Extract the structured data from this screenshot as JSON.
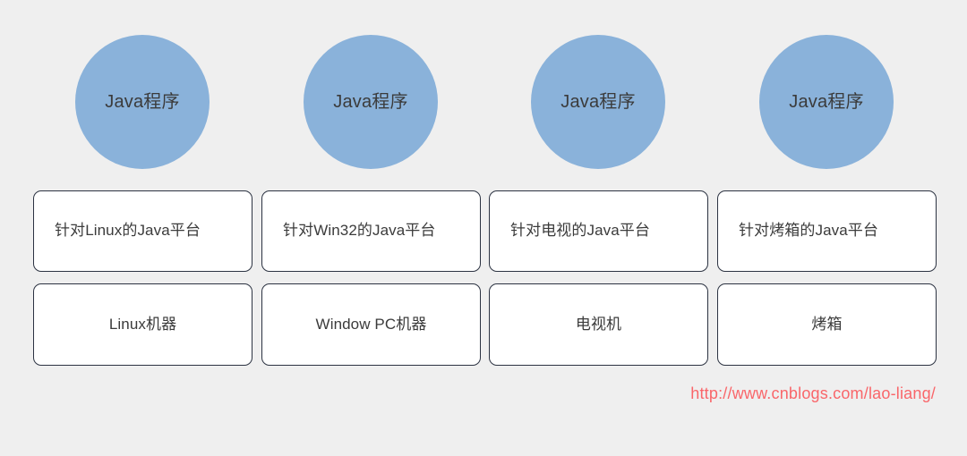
{
  "background_color": "#efefef",
  "circle_color": "#8ab2da",
  "box_border_color": "#2c3342",
  "box_fill_color": "#ffffff",
  "text_color": "#3b3b3b",
  "url_color": "#f9666a",
  "columns": [
    {
      "circle_label": "Java程序",
      "platform_label": "针对Linux的Java平台",
      "machine_label": "Linux机器"
    },
    {
      "circle_label": "Java程序",
      "platform_label": "针对Win32的Java平台",
      "machine_label": "Window PC机器"
    },
    {
      "circle_label": "Java程序",
      "platform_label": "针对电视的Java平台",
      "machine_label": "电视机"
    },
    {
      "circle_label": "Java程序",
      "platform_label": "针对烤箱的Java平台",
      "machine_label": "烤箱"
    }
  ],
  "footer": {
    "url": "http://www.cnblogs.com/lao-liang/"
  }
}
